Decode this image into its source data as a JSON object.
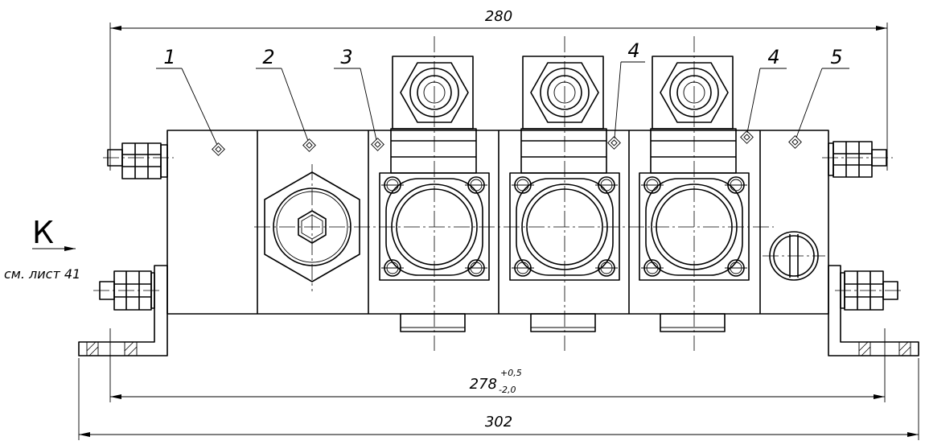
{
  "drawing": {
    "dimensions": {
      "overall_top": "280",
      "mounting_span": "278",
      "mounting_span_upper_tol": "+0,5",
      "mounting_span_lower_tol": "-2,0",
      "overall_bottom": "302"
    },
    "callouts": [
      "1",
      "2",
      "3",
      "4",
      "4",
      "5"
    ],
    "view": {
      "letter": "К",
      "reference": "см. лист 41"
    },
    "colors": {
      "line": "#000000",
      "background": "#ffffff"
    }
  }
}
